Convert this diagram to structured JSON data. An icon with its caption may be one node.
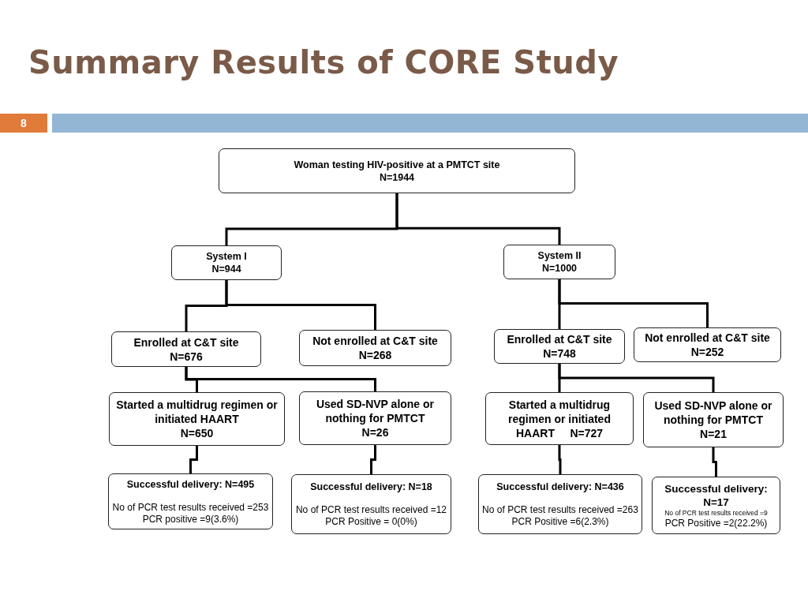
{
  "diagram": {
    "title": "Summary Results of CORE Study",
    "nodes": [
      {
        "text": [
          "Woman testing HIV-positive at a PMTCT site",
          "N=1944"
        ]
      },
      {
        "text": [
          "System I",
          "N=944"
        ]
      },
      {
        "text": [
          "System II",
          "N=1000"
        ]
      },
      {
        "text": [
          "Enrolled at C&T site",
          "N=676"
        ]
      },
      {
        "text": [
          "Not enrolled at C&T site",
          "N=268"
        ]
      },
      {
        "text": [
          "Enrolled at C&T site",
          "N=748"
        ]
      },
      {
        "text": [
          "Not enrolled at C&T site",
          "N=252"
        ]
      },
      {
        "text": [
          "Started a multidrug regimen or initiated HAART",
          "N=650"
        ]
      },
      {
        "text": [
          "Used SD-NVP alone or nothing for PMTCT",
          "N=26"
        ]
      },
      {
        "text": [
          "Started a multidrug regimen or initiated HAART",
          "N=727"
        ]
      },
      {
        "text": [
          "Used SD-NVP alone or nothing for PMTCT",
          "N=21"
        ]
      },
      {
        "text": [
          "Successful delivery: N=495",
          "No of PCR test results received =253",
          "PCR positive =9(3.6%)"
        ]
      },
      {
        "text": [
          "Successful delivery: N=18",
          "No of PCR test results received =12",
          "PCR Positive = 0(0%)"
        ]
      },
      {
        "text": [
          "Successful delivery: N=436",
          "No of PCR test results received =263",
          "PCR Positive =6(2.3%)"
        ]
      },
      {
        "text": [
          "Successful delivery: N=17",
          "No of PCR test results received =9",
          "PCR Positive =2(22.2%)"
        ]
      }
    ],
    "edges": [
      {
        "from": 0,
        "to": 1,
        "arrow": "none"
      },
      {
        "from": 0,
        "to": 2,
        "arrow": "none"
      },
      {
        "from": 1,
        "to": 3,
        "arrow": "none"
      },
      {
        "from": 1,
        "to": 4,
        "arrow": "none"
      },
      {
        "from": 2,
        "to": 5,
        "arrow": "none"
      },
      {
        "from": 2,
        "to": 6,
        "arrow": "none"
      },
      {
        "from": 3,
        "to": 7,
        "arrow": "none"
      },
      {
        "from": 3,
        "to": 8,
        "arrow": "none"
      },
      {
        "from": 5,
        "to": 9,
        "arrow": "none"
      },
      {
        "from": 5,
        "to": 10,
        "arrow": "none"
      },
      {
        "from": 7,
        "to": 11,
        "arrow": "none"
      },
      {
        "from": 8,
        "to": 12,
        "arrow": "none"
      },
      {
        "from": 9,
        "to": 13,
        "arrow": "none"
      },
      {
        "from": 10,
        "to": 14,
        "arrow": "none"
      }
    ],
    "labels": [
      "8"
    ]
  }
}
